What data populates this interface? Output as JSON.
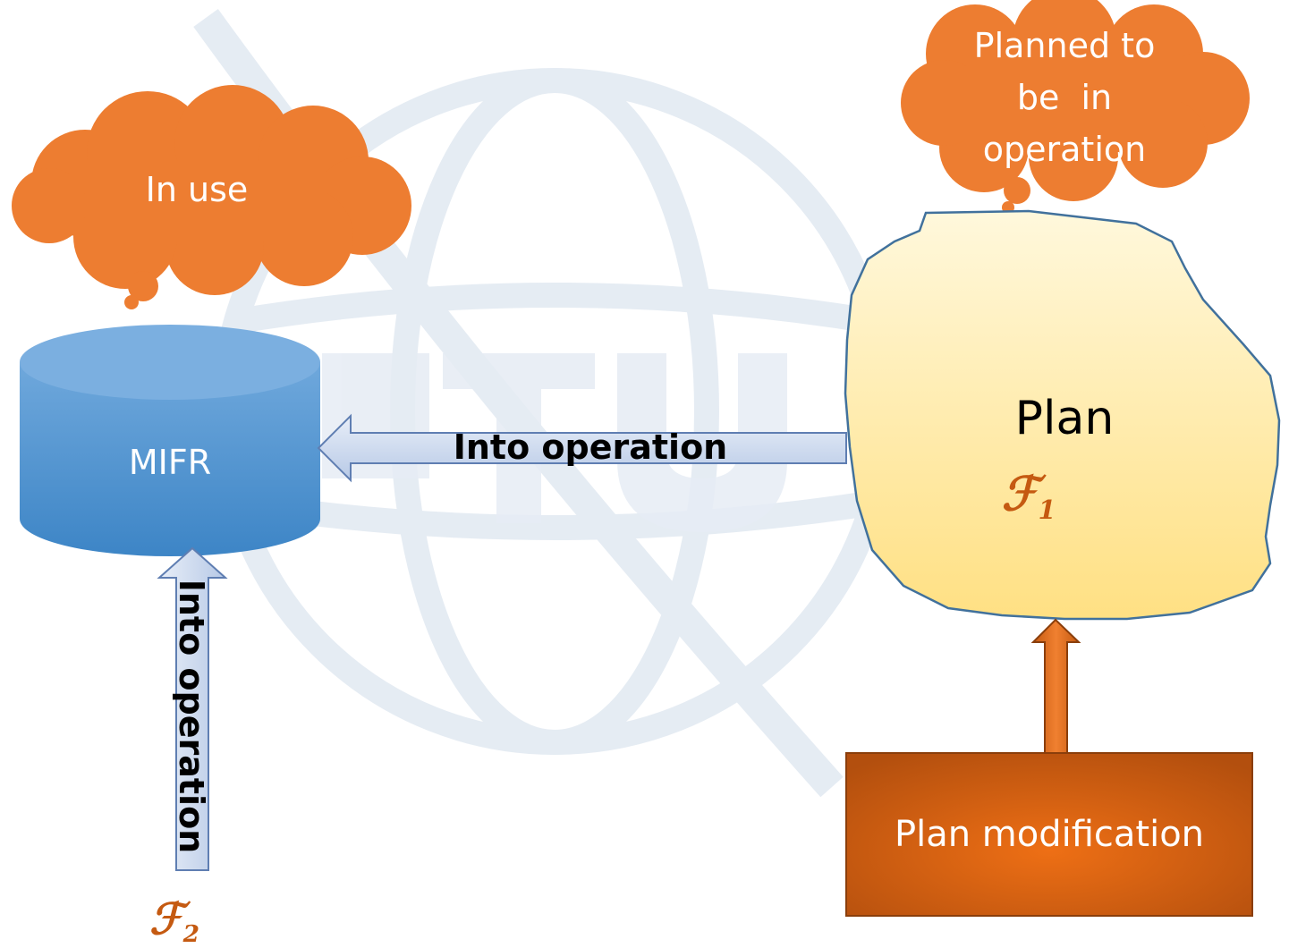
{
  "colors": {
    "cloud": "#ED7D31",
    "cylinder": "#5B9BD5",
    "plan_fill": "#FFE699",
    "plan_stroke": "#41719C",
    "arrow_fill": "#C9D7EE",
    "modification": "#C55A11",
    "symbol": "#C55A11"
  },
  "clouds": {
    "in_use": {
      "text": "In use"
    },
    "planned": {
      "lines": [
        "Planned to",
        "be  in",
        "operation"
      ]
    }
  },
  "mifr": {
    "label": "MIFR"
  },
  "plan": {
    "label": "Plan"
  },
  "arrows": {
    "horizontal": {
      "label": "Into operation"
    },
    "vertical": {
      "label": "Into operation"
    }
  },
  "plan_modification": {
    "label": "Plan modification"
  },
  "symbols": {
    "f1": {
      "main": "ℱ",
      "sub": "1"
    },
    "f2": {
      "main": "ℱ",
      "sub": "2"
    }
  }
}
